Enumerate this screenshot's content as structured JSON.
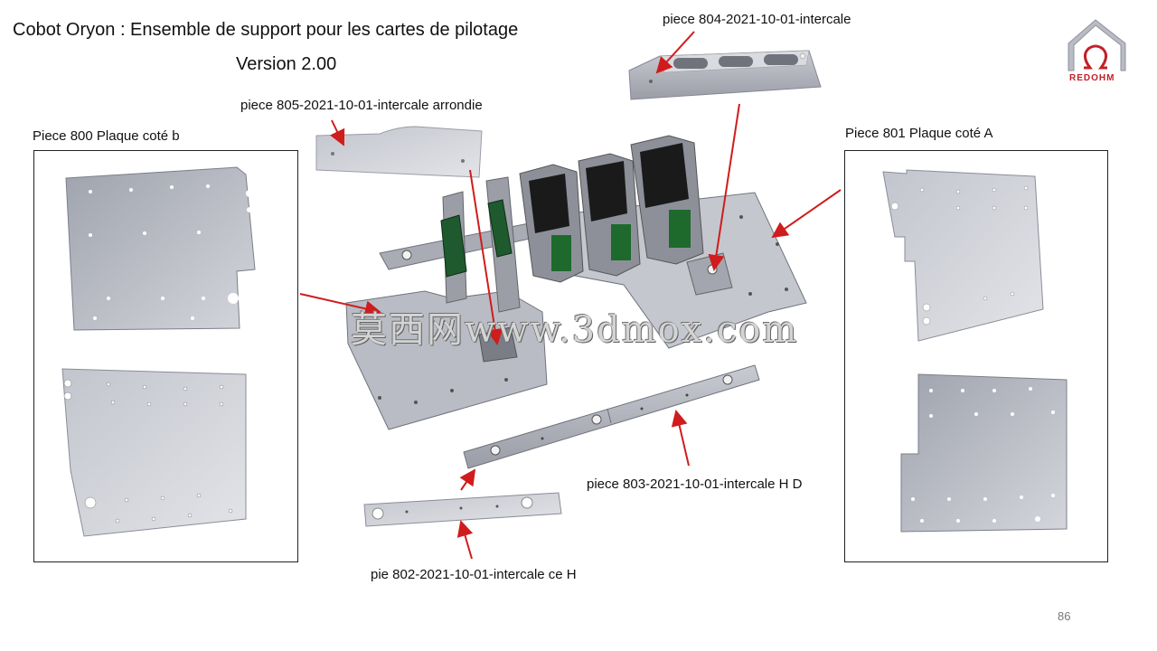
{
  "title": "Cobot Oryon : Ensemble de support pour les cartes de pilotage",
  "version": "Version 2.00",
  "labels": {
    "p804": "piece 804-2021-10-01-intercale",
    "p805": "piece 805-2021-10-01-intercale arrondie",
    "p800": "Piece 800 Plaque coté b",
    "p801": "Piece 801 Plaque coté A",
    "p803": "piece 803-2021-10-01-intercale H D",
    "p802": "pie 802-2021-10-01-intercale ce H"
  },
  "logo": {
    "icon": "omega-house-logo-icon",
    "text": "REDOHM",
    "color": "#c2202a"
  },
  "watermark": "莫西网www.3dmox.com",
  "page_number": "86",
  "colors": {
    "arrow": "#d01c1c",
    "part": "#c9cbd3",
    "part_dark": "#8f929c",
    "board_green": "#1e5a2e"
  }
}
